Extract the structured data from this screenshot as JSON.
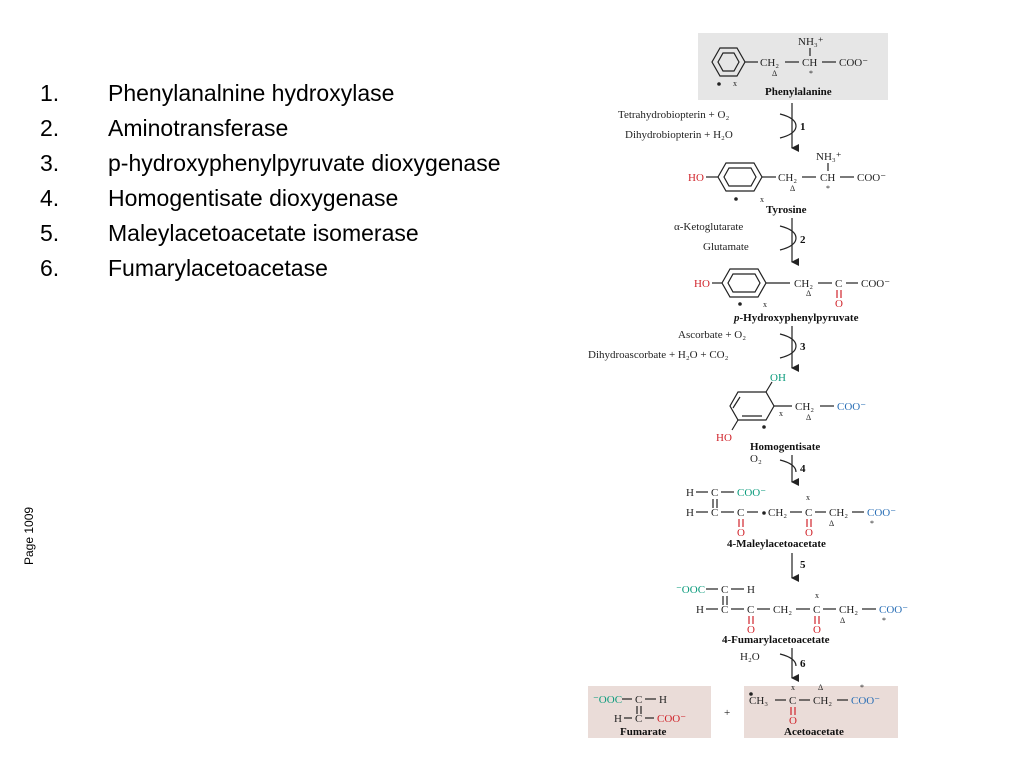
{
  "enzymes": [
    {
      "num": "1.",
      "name": "Phenylanalnine hydroxylase"
    },
    {
      "num": "2.",
      "name": "Aminotransferase"
    },
    {
      "num": "3.",
      "name": "p-hydroxyphenylpyruvate dioxygenase"
    },
    {
      "num": "4.",
      "name": "Homogentisate dioxygenase"
    },
    {
      "num": "5.",
      "name": "Maleylacetoacetate isomerase"
    },
    {
      "num": "6.",
      "name": "Fumarylacetoacetase"
    }
  ],
  "page_label": "Page 1009",
  "pathway": {
    "compounds": {
      "phenylalanine": "Phenylalanine",
      "tyrosine": "Tyrosine",
      "hydroxyphenylpyruvate_prefix": "p",
      "hydroxyphenylpyruvate": "-Hydroxyphenylpyruvate",
      "homogentisate": "Homogentisate",
      "maleylacetoacetate": "4-Maleylacetoacetate",
      "fumarylacetoacetate": "4-Fumarylacetoacetate",
      "fumarate": "Fumarate",
      "acetoacetate": "Acetoacetate",
      "plus": "+"
    },
    "steps": [
      {
        "number": "1",
        "in": "Tetrahydrobiopterin + O₂",
        "out": "Dihydrobiopterin + H₂O"
      },
      {
        "number": "2",
        "in": "α-Ketoglutarate",
        "out": "Glutamate"
      },
      {
        "number": "3",
        "in": "Ascorbate + O₂",
        "out": "Dihydroascorbate + H₂O + CO₂"
      },
      {
        "number": "4",
        "in": "O₂",
        "out": ""
      },
      {
        "number": "5",
        "in": "",
        "out": ""
      },
      {
        "number": "6",
        "in": "H₂O",
        "out": ""
      }
    ],
    "groups": {
      "nh3": "NH₃⁺",
      "ch2": "CH₂",
      "ch": "CH",
      "coo": "COO⁻",
      "ho": "HO",
      "oh": "OH",
      "c": "C",
      "h": "H",
      "o": "O",
      "ooc": "⁻OOC",
      "ch3": "CH₃",
      "delta": "Δ",
      "x": "x",
      "star": "*"
    }
  }
}
